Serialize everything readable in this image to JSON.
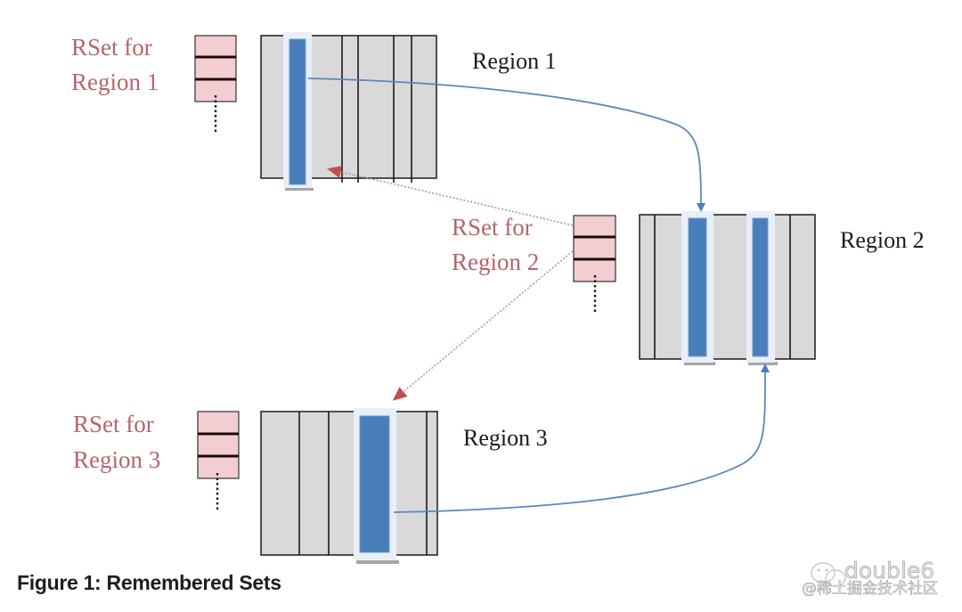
{
  "figure": {
    "caption": "Figure 1: Remembered Sets",
    "colors": {
      "region_fill": "#d9d9d9",
      "card_highlight": "#e8eef7",
      "card_bar": "#4a7ebb",
      "rset_fill": "#f2cdd1",
      "rset_text": "#b5656b",
      "reference_arrow": "#5b86bd",
      "rset_arrow": "#c0504d"
    },
    "regions": [
      {
        "id": "region-1",
        "label": "Region 1",
        "rset_label_line1": "RSet for",
        "rset_label_line2": "Region 1",
        "highlighted_cards": 1
      },
      {
        "id": "region-2",
        "label": "Region 2",
        "rset_label_line1": "RSet for",
        "rset_label_line2": "Region 2",
        "highlighted_cards": 2
      },
      {
        "id": "region-3",
        "label": "Region 3",
        "rset_label_line1": "RSet for",
        "rset_label_line2": "Region 3",
        "highlighted_cards": 1
      }
    ],
    "edges": [
      {
        "type": "reference",
        "from": "Region 1",
        "to": "Region 2"
      },
      {
        "type": "reference",
        "from": "Region 3",
        "to": "Region 2"
      },
      {
        "type": "rset-entry",
        "from": "RSet for Region 2",
        "to": "Region 1"
      },
      {
        "type": "rset-entry",
        "from": "RSet for Region 2",
        "to": "Region 3"
      }
    ]
  },
  "watermark": {
    "user": "double6",
    "site": "@稀土掘金技术社区"
  }
}
